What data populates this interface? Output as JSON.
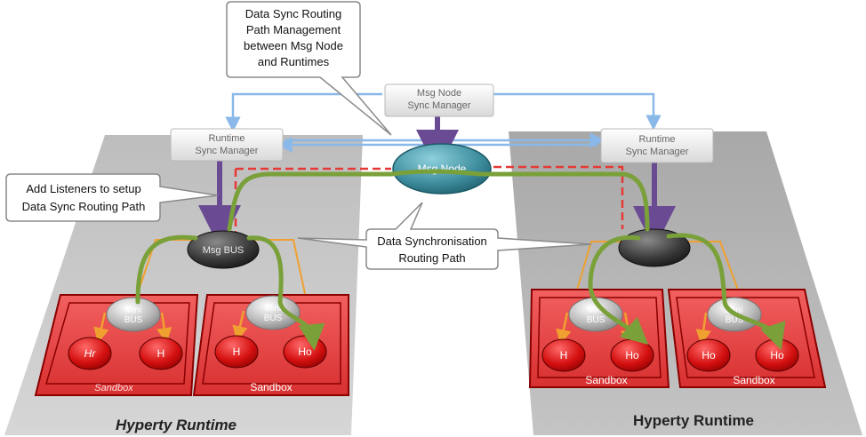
{
  "callouts": {
    "top": [
      "Data Sync Routing",
      "Path Management",
      "between Msg Node",
      "and Runtimes"
    ],
    "left": [
      "Add Listeners to setup",
      "Data Sync Routing Path"
    ],
    "middle": [
      "Data Synchronisation",
      "Routing Path"
    ]
  },
  "managers": {
    "msg_node_sync": [
      "Msg Node",
      "Sync Manager"
    ],
    "runtime_left": [
      "Runtime",
      "Sync Manager"
    ],
    "runtime_right": [
      "Runtime",
      "Sync Manager"
    ]
  },
  "msg_node": "Msg Node",
  "msg_bus": "Msg BUS",
  "mini_bus": [
    "Mini",
    "BUS"
  ],
  "sandbox": "Sandbox",
  "hyperties": {
    "s1": [
      "Hr",
      "H"
    ],
    "s2": [
      "H",
      "Ho"
    ],
    "s3": [
      "H",
      "Ho"
    ],
    "s4": [
      "Ho",
      "Ho"
    ]
  },
  "runtime_label": "Hyperty Runtime",
  "colors": {
    "path": "#7aa03a",
    "red_dash": "#e53935",
    "sandbox_red": "#e53935",
    "hyperty_red": "#d41010",
    "msg_node_teal": "#3f8fa0",
    "arrow_purple": "#6a4a92",
    "arrow_blue": "#8ab8e8",
    "arrow_orange": "#f0a030"
  }
}
